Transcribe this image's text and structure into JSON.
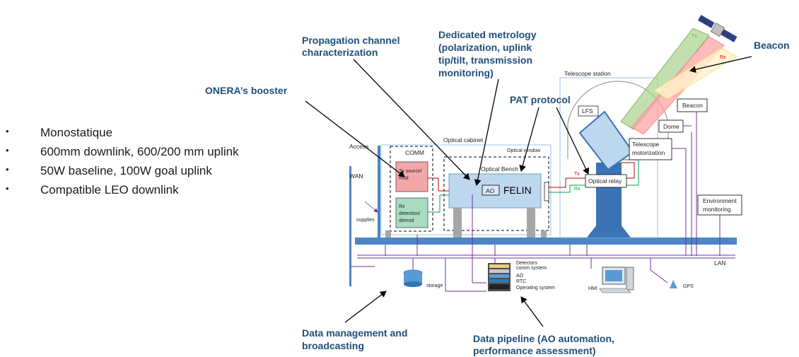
{
  "bullets": [
    "Monostatique",
    "600mm downlink, 600/200 mm uplink",
    "50W baseline, 100W goal uplink",
    "Compatible LEO downlink"
  ],
  "annotations": {
    "propagation": [
      "Propagation channel",
      "characterization"
    ],
    "metrology": [
      "Dedicated metrology",
      "(polarization, uplink",
      "tip/tilt, transmission",
      "monitoring)"
    ],
    "booster": "ONERA’s booster",
    "pat": "PAT protocol",
    "beacon": "Beacon",
    "data_management": [
      "Data management and",
      "broadcasting"
    ],
    "data_pipeline": [
      "Data pipeline (AO automation,",
      "performance assessment)"
    ]
  },
  "diagram": {
    "access": "Access",
    "wan": "WAN",
    "supplies": "supplies",
    "comm": "COMM",
    "tx_source": [
      "Tx source/",
      "mod"
    ],
    "rx_detection": [
      "Rx",
      "detection/",
      "demod"
    ],
    "optical_cabinet": "Optical cabinet",
    "optical_window": "Optical window",
    "optical_bench": "Optical Bench",
    "ao": "AO",
    "felin": "FELIN",
    "telescope_station": "Telescope station",
    "lfs": "LFS",
    "optical_relay": "Optical relay",
    "tx_small": "Tx",
    "rx_small": "Rx",
    "beacon_box": "Beacon",
    "dome": "Dome",
    "telescope_motorization": [
      "Telescope",
      "motorization"
    ],
    "environment_monitoring": [
      "Environment",
      "monitoring"
    ],
    "lan": "LAN",
    "storage": "storage",
    "hmi": "HMI",
    "gps": "GPS",
    "rack_labels": [
      "Detectors",
      "comm system",
      "AO",
      "RTC",
      "Operating system"
    ],
    "sat_tx": "Tx",
    "sat_rx": "Rx"
  },
  "colors": {
    "annotation_text": "#1f4e79",
    "tx_box": "#f4a7a9",
    "rx_box": "#a9dcc0",
    "bench": "#bdd7ee",
    "pillar": "#3b73b5",
    "floor": "#4a86c8",
    "purple_link": "#7030a0",
    "beam_green": "#92d050",
    "beam_red": "#ff7c80",
    "beam_yellow": "#ffe699"
  }
}
